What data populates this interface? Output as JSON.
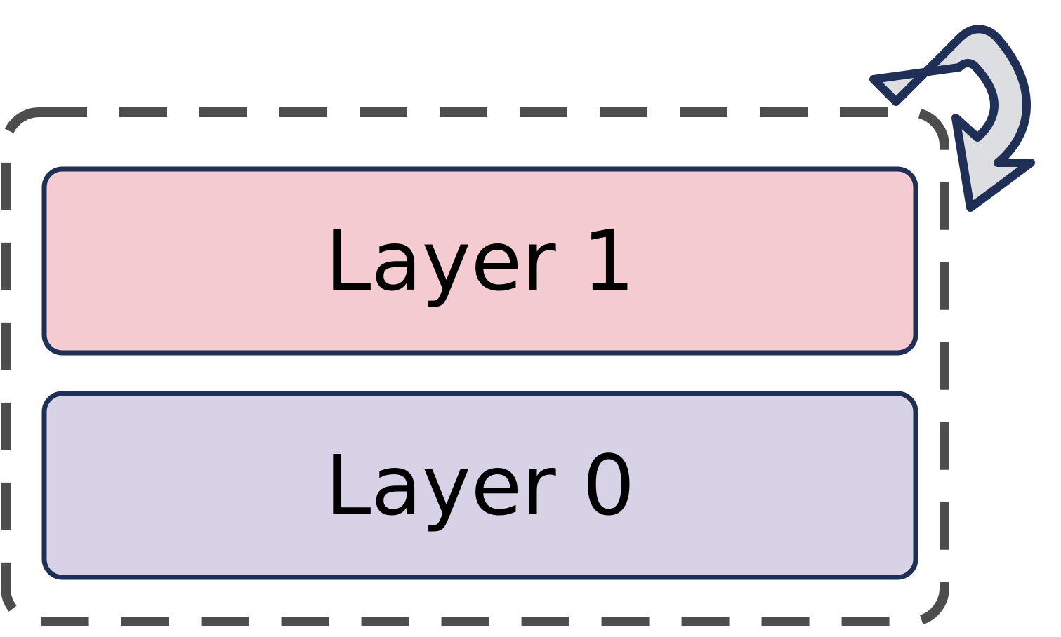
{
  "diagram": {
    "title": "Layer stack with feedback loop arrow",
    "background_color": "#ffffff",
    "container": {
      "name": "dashed-group-container",
      "stroke_color": "#4d4d4d",
      "stroke_width": 14,
      "dash_length": 68,
      "dash_gap": 46,
      "corner_radius": 48,
      "fill": "none"
    },
    "layers": [
      {
        "label": "Layer 1",
        "fill_color": "#f3cbd0",
        "stroke_color": "#1f2f56",
        "stroke_width": 7,
        "corner_radius": 26,
        "text_color": "#000000"
      },
      {
        "label": "Layer 0",
        "fill_color": "#d8d2e6",
        "stroke_color": "#1f2f56",
        "stroke_width": 7,
        "corner_radius": 26,
        "text_color": "#000000"
      }
    ],
    "arrow": {
      "name": "loop-back-arrow",
      "fill_color": "#dcdee2",
      "stroke_color": "#1f2f56",
      "stroke_width": 12,
      "direction": "u-turn-down-right",
      "description": "recurrent feedback arrow"
    }
  }
}
